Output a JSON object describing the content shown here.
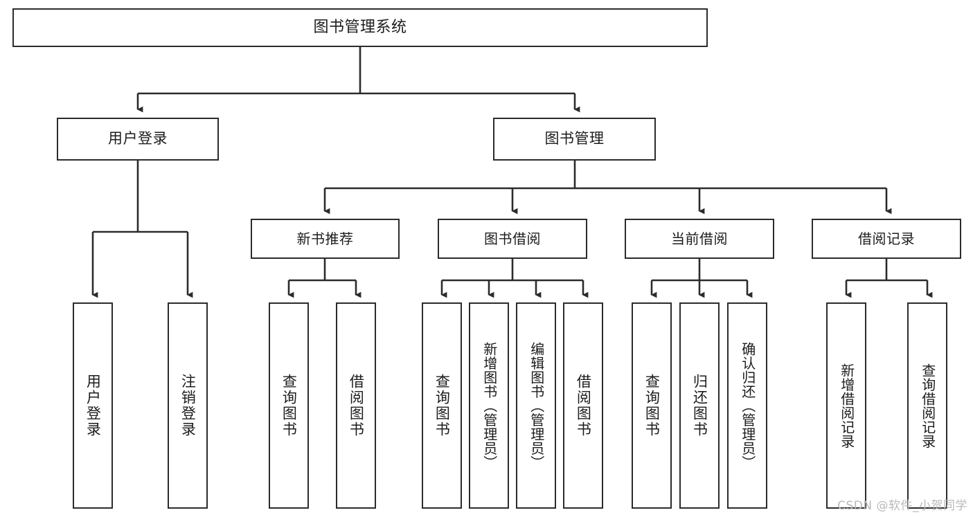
{
  "diagram": {
    "title": "图书管理系统",
    "type": "tree",
    "watermark": "CSDN @软件_小贺同学",
    "colors": {
      "box_border": "#2b2b2b",
      "box_fill": "#ffffff",
      "edge": "#2b2b2b",
      "text": "#1c1c1c",
      "watermark": "#b9b9b9",
      "background": "#ffffff"
    },
    "root": {
      "label": "图书管理系统"
    },
    "level1": [
      {
        "label": "用户登录"
      },
      {
        "label": "图书管理"
      }
    ],
    "level2": [
      {
        "label": "新书推荐"
      },
      {
        "label": "图书借阅"
      },
      {
        "label": "当前借阅"
      },
      {
        "label": "借阅记录"
      }
    ],
    "leaves": {
      "user_login": [
        {
          "label": "用户登录"
        },
        {
          "label": "注销登录"
        }
      ],
      "new_book_recommend": [
        {
          "label": "查询图书"
        },
        {
          "label": "借阅图书"
        }
      ],
      "book_borrow": [
        {
          "label": "查询图书"
        },
        {
          "label": "新增图书（管理员）"
        },
        {
          "label": "编辑图书（管理员）"
        },
        {
          "label": "借阅图书"
        }
      ],
      "current_borrow": [
        {
          "label": "查询图书"
        },
        {
          "label": "归还图书"
        },
        {
          "label": "确认归还（管理员）"
        }
      ],
      "borrow_record": [
        {
          "label": "新增借阅记录"
        },
        {
          "label": "查询借阅记录"
        }
      ]
    }
  }
}
